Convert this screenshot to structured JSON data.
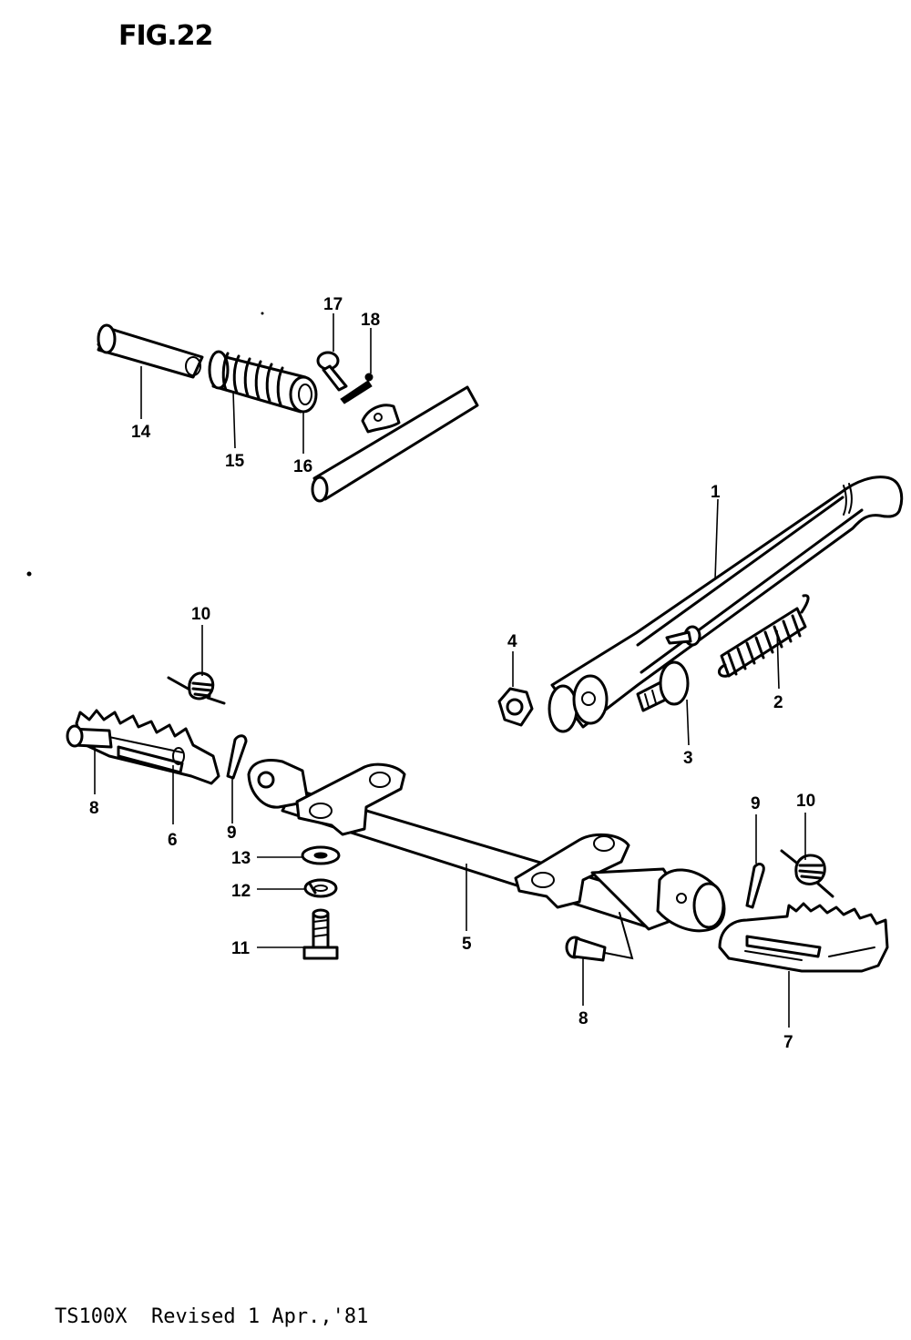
{
  "title": "FIG.22",
  "footer": "TS100X  Revised 1 Apr.,'81",
  "callouts": {
    "c1": "1",
    "c2": "2",
    "c3": "3",
    "c4": "4",
    "c5": "5",
    "c6": "6",
    "c7": "7",
    "c8a": "8",
    "c8b": "8",
    "c9a": "9",
    "c9b": "9",
    "c10a": "10",
    "c10b": "10",
    "c11": "11",
    "c12": "12",
    "c13": "13",
    "c14": "14",
    "c15": "15",
    "c16": "16",
    "c17": "17",
    "c18": "18"
  }
}
